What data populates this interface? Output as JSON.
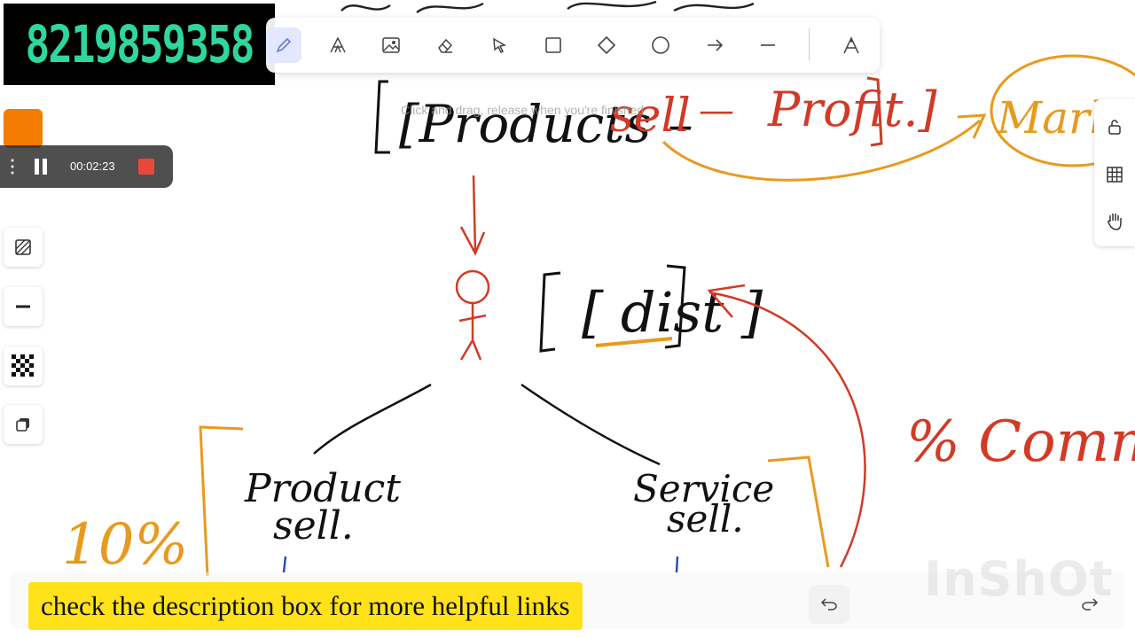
{
  "phone_banner": {
    "number": "8219859358"
  },
  "toolbar": {
    "tools": [
      {
        "name": "pen-icon",
        "active": true
      },
      {
        "name": "text-icon"
      },
      {
        "name": "image-icon"
      },
      {
        "name": "eraser-icon"
      },
      {
        "name": "select-icon"
      },
      {
        "name": "rectangle-icon"
      },
      {
        "name": "diamond-icon"
      },
      {
        "name": "circle-icon"
      },
      {
        "name": "arrow-icon"
      },
      {
        "name": "line-icon"
      },
      {
        "name": "shapes-menu-icon"
      }
    ]
  },
  "hint": {
    "text": "Click and drag, release when you're finished"
  },
  "recorder": {
    "time": "00:02:23"
  },
  "left_panel": {
    "current_color": "#f47c00",
    "buttons": [
      "hatch-fill-icon",
      "stroke-width-icon",
      "checker-pattern-icon",
      "layers-icon"
    ]
  },
  "right_panel": {
    "buttons": [
      "lock-icon",
      "grid-icon",
      "hand-icon"
    ]
  },
  "drawing": {
    "top_line_left": "[Products –",
    "top_line_sell": "sell",
    "top_line_dash": "—",
    "top_line_profit": "Profit.]",
    "market": "Market",
    "dist": "[ dist ]",
    "product_sell": "Product sell.",
    "service_sell": "Service sell.",
    "ten_percent": "10%",
    "commission": "% Commission"
  },
  "caption": {
    "text": "check the description box for more helpful links"
  },
  "watermark": {
    "text": "InShOt"
  },
  "colors": {
    "ink_black": "#111111",
    "ink_red": "#d23a26",
    "ink_orange": "#e89a1e",
    "ink_blue": "#2a4fb0",
    "caption_bg": "#ffe21a"
  }
}
